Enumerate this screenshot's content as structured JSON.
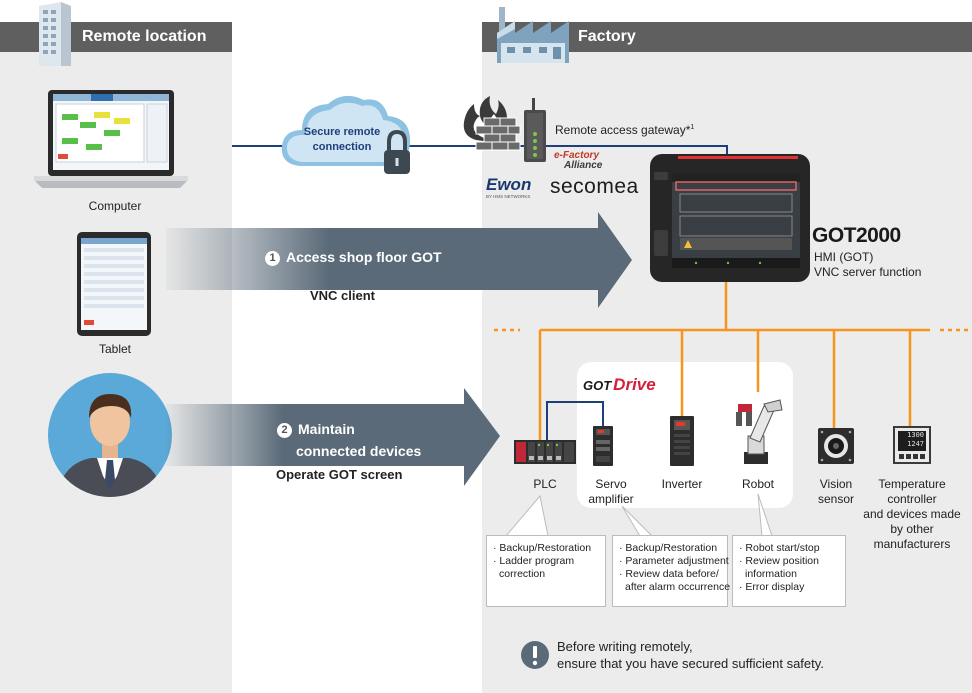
{
  "headers": {
    "remote": "Remote location",
    "factory": "Factory"
  },
  "cloud": {
    "line1": "Secure remote",
    "line2": "connection"
  },
  "gateway": {
    "label": "Remote access gateway*",
    "footnote": "1"
  },
  "logos": {
    "ewon": "Ewon",
    "ewon_sub": "BY HMS NETWORKS",
    "secomea": "secomea",
    "efa_top": "e-Factory",
    "efa_bottom": "Alliance"
  },
  "devices_remote": {
    "computer": "Computer",
    "tablet": "Tablet"
  },
  "got": {
    "logo": "GOT2000",
    "line1": "HMI (GOT)",
    "line2": "VNC server function"
  },
  "arrow1": {
    "num": "1",
    "text": "Access shop floor GOT",
    "sub": "VNC client"
  },
  "arrow2": {
    "num": "2",
    "line1": "Maintain",
    "line2": "connected devices",
    "sub": "Operate GOT screen"
  },
  "gotdrive": {
    "a": "GOT",
    "b": "Drive"
  },
  "devices": {
    "plc": "PLC",
    "servo1": "Servo",
    "servo2": "amplifier",
    "inverter": "Inverter",
    "robot": "Robot",
    "vision1": "Vision",
    "vision2": "sensor",
    "temp1": "Temperature",
    "temp2": "controller",
    "temp3": "and devices made",
    "temp4": "by other manufacturers"
  },
  "temp_display": {
    "top": "1300",
    "bottom": "1247"
  },
  "notes": {
    "plc": [
      "· Backup/Restoration",
      "· Ladder program",
      "  correction"
    ],
    "servo": [
      "· Backup/Restoration",
      "· Parameter adjustment",
      "· Review data before/",
      "  after alarm occurrence"
    ],
    "robot": [
      "· Robot start/stop",
      "· Review position",
      "  information",
      "· Error display"
    ]
  },
  "warning": {
    "line1": "Before writing remotely,",
    "line2": "ensure that you have secured sufficient safety."
  },
  "colors": {
    "orange": "#f7941d",
    "navy": "#1f3f7a",
    "header": "#5f5f5f",
    "arrow": "#5a6a78"
  }
}
